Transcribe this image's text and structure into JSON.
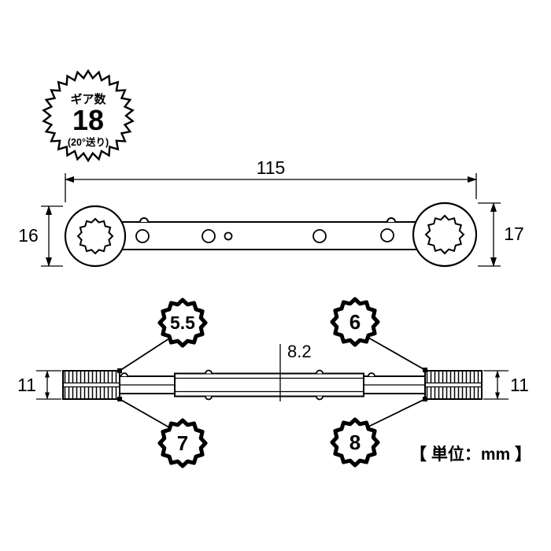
{
  "gear_badge": {
    "title": "ギア数",
    "count": "18",
    "note": "(20°送り)"
  },
  "dimensions": {
    "overall_length": "115",
    "left_head_height": "16",
    "right_head_height": "17",
    "left_thickness": "11",
    "right_thickness": "11",
    "center_thickness": "8.2"
  },
  "sockets": {
    "size_5_5": "5.5",
    "size_6": "6",
    "size_7": "7",
    "size_8": "8"
  },
  "unit_label": "【 単位：mm 】"
}
